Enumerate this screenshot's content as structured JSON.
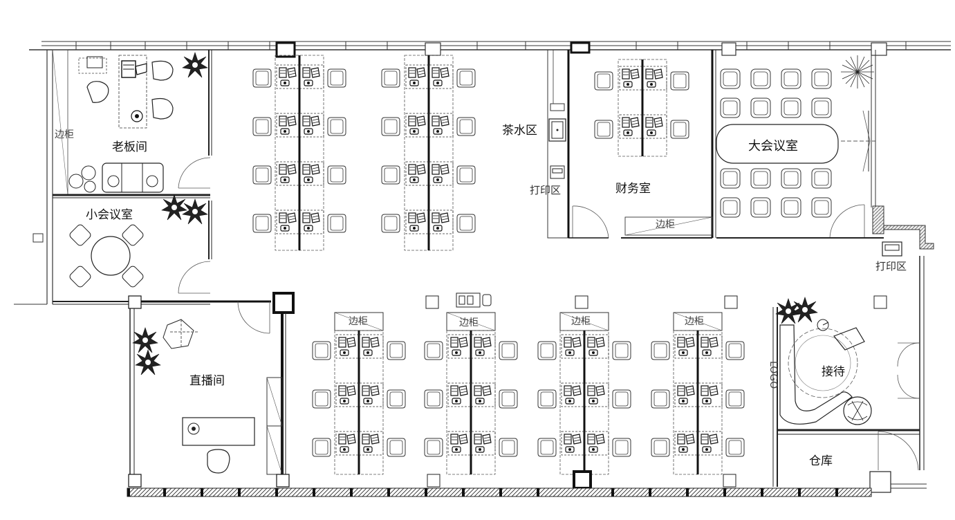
{
  "labels": {
    "boss_room": "老板间",
    "side_cabinet": "边柜",
    "small_meeting": "小会议室",
    "tea_area": "茶水区",
    "print_area": "打印区",
    "finance_room": "财务室",
    "large_meeting": "大会议室",
    "live_room": "直播间",
    "reception": "接待",
    "warehouse": "仓库",
    "logo": "LOGO"
  }
}
